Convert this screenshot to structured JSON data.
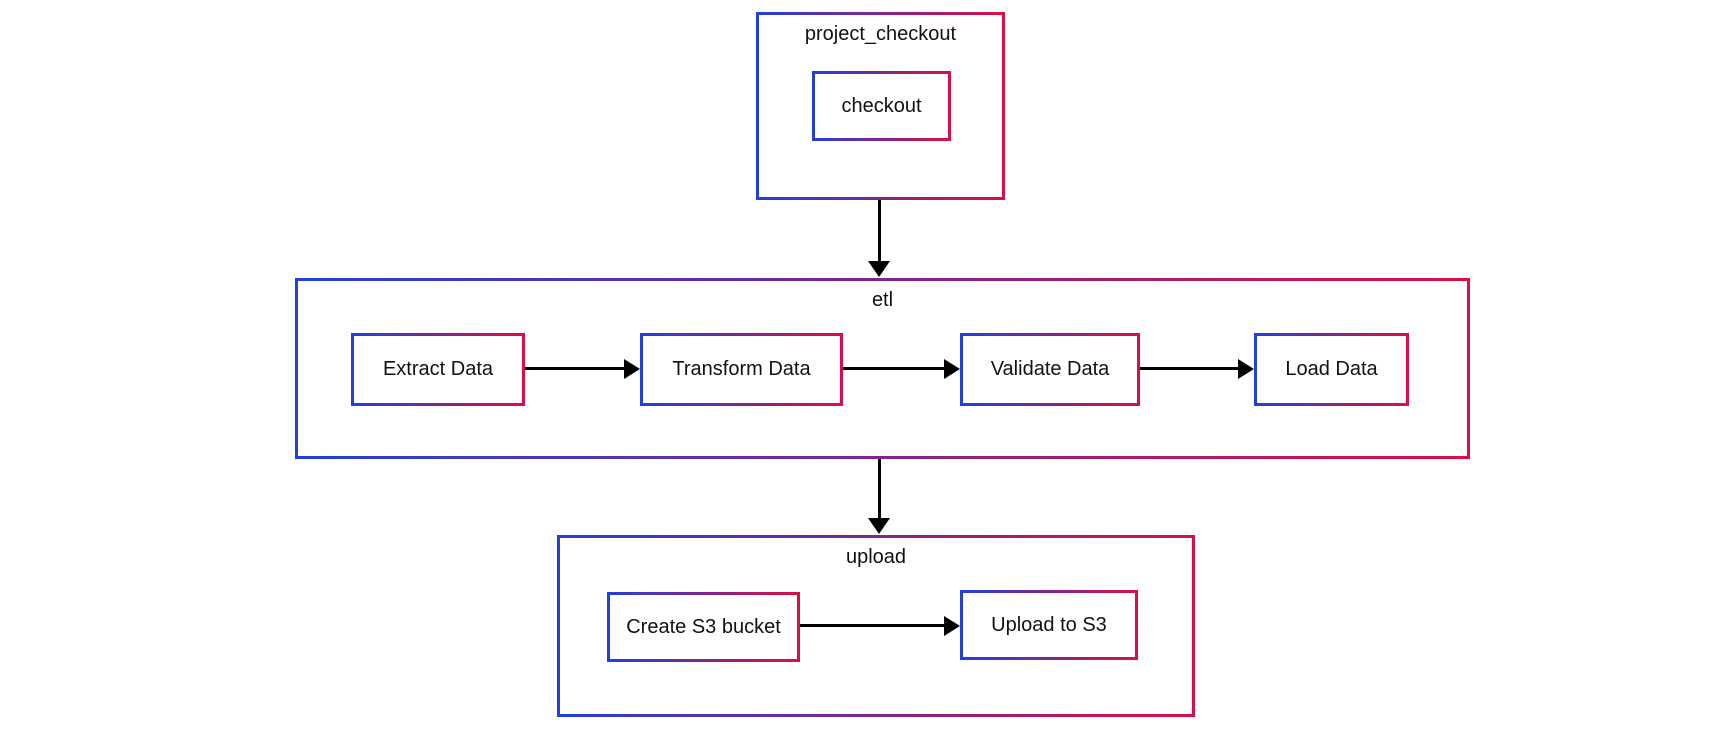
{
  "diagram": {
    "type": "flowchart",
    "groups": [
      {
        "label": "project_checkout",
        "nodes": [
          {
            "label": "checkout"
          }
        ]
      },
      {
        "label": "etl",
        "nodes": [
          {
            "label": "Extract Data"
          },
          {
            "label": "Transform Data"
          },
          {
            "label": "Validate Data"
          },
          {
            "label": "Load Data"
          }
        ]
      },
      {
        "label": "upload",
        "nodes": [
          {
            "label": "Create S3 bucket"
          },
          {
            "label": "Upload to S3"
          }
        ]
      }
    ],
    "edges": [
      {
        "from": "project_checkout",
        "to": "etl",
        "direction": "down"
      },
      {
        "from": "etl",
        "to": "upload",
        "direction": "down"
      },
      {
        "from": "Extract Data",
        "to": "Transform Data",
        "direction": "right"
      },
      {
        "from": "Transform Data",
        "to": "Validate Data",
        "direction": "right"
      },
      {
        "from": "Validate Data",
        "to": "Load Data",
        "direction": "right"
      },
      {
        "from": "Create S3 bucket",
        "to": "Upload to S3",
        "direction": "right"
      }
    ],
    "colors": {
      "border_gradient_start": "#2340D8",
      "border_gradient_end": "#DC0D45",
      "arrow": "#000000",
      "text": "#111111",
      "background": "#FFFFFF"
    }
  }
}
